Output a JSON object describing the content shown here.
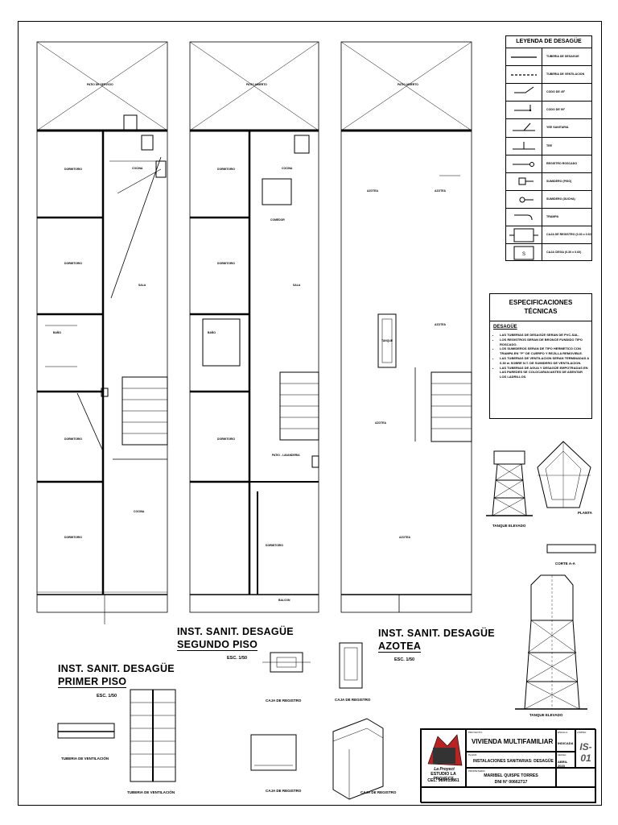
{
  "plans": {
    "primer_piso": {
      "title_line1": "INST. SANIT. DESAGÜE",
      "title_line2": "PRIMER PISO",
      "scale": "ESC. 1/50",
      "rooms": [
        "PATIO DE SERVICIO",
        "DORMITORIO",
        "COCINA",
        "DORMITORIO",
        "SALA",
        "BAÑO",
        "DORMITORIO",
        "COCINA",
        "DORMITORIO"
      ]
    },
    "segundo_piso": {
      "title_line1": "INST. SANIT. DESAGÜE",
      "title_line2": "SEGUNDO PISO",
      "scale": "ESC. 1/50",
      "rooms": [
        "PATIO ABIERTO",
        "DORMITORIO",
        "COCINA",
        "COMEDOR",
        "DORMITORIO",
        "SALA",
        "BAÑO",
        "DORMITORIO",
        "PATIO - LAVANDERIA",
        "DORMITORIO",
        "BALCON"
      ]
    },
    "azotea": {
      "title_line1": "INST. SANIT. DESAGÜE",
      "title_line2": "AZOTEA",
      "scale": "ESC. 1/50",
      "rooms": [
        "PATIO ABIERTO",
        "AZOTEA",
        "AZOTEA",
        "AZOTEA",
        "TANQUE",
        "AZOTEA",
        "AZOTEA"
      ]
    }
  },
  "legend": {
    "title": "LEYENDA DE DESAGÜE",
    "items": [
      {
        "symbol": "solid-line",
        "label": "TUBERIA DE DESAGUE"
      },
      {
        "symbol": "dashed-line",
        "label": "TUBERIA DE VENTILACION"
      },
      {
        "symbol": "elbow-45",
        "label": "CODO DE 45°"
      },
      {
        "symbol": "elbow-90",
        "label": "CODO DE 90°"
      },
      {
        "symbol": "tee-sanitaria",
        "label": "YEE SANITARIA"
      },
      {
        "symbol": "tee",
        "label": "TEE"
      },
      {
        "symbol": "registro",
        "label": "REGISTRO ROSCADO"
      },
      {
        "symbol": "sumidero-piso",
        "label": "SUMIDERO (PISO)"
      },
      {
        "symbol": "sumidero-ducha",
        "label": "SUMIDERO (DUCHA)"
      },
      {
        "symbol": "trampa",
        "label": "TRAMPA"
      },
      {
        "symbol": "caja-registro",
        "label": "CAJA DE REGISTRO (0.30 x 0.60)"
      },
      {
        "symbol": "caja-ciega",
        "label": "CAJA CIEGA (0.30 x 0.60)"
      }
    ]
  },
  "specs": {
    "title_line1": "ESPECIFICACIONES",
    "title_line2": "TÉCNICAS",
    "subtitle": "DESAGÜE",
    "items": [
      "LAS TUBERIAS DE DESAGÜE SERAN DE PVC-SAL.",
      "LOS REGISTROS SERAN DE BRONCE FUNDIDO TIPO ROSCADO.",
      "LOS SUMIDEROS SERAN DE TIPO HERMETICO CON TRAMPA EN \"P\" DE CUERPO Y REJILLA REMOVIBLE.",
      "LAS TUBERIAS DE VENTILACION SERAN TERMINADAS A 0.30 m SOBRE N.T. DE SUMIDERO DE VENTILACION.",
      "LAS TUBERIAS DE AGUA Y DESAGÜE EMPOTRADAS EN LAS PAREDES SE COLOCARAN ANTES DE ASENTAR LOS LADRILLOS."
    ]
  },
  "details": {
    "tanque_elevado_1": "TANQUE ELEVADO",
    "planta": "PLANTA",
    "corte": "CORTE A-A",
    "tanque_elevado_2": "TANQUE ELEVADO",
    "caja_registro_1": "CAJA DE REGISTRO",
    "caja_registro_2": "CAJA DE REGISTRO",
    "caja_registro_3": "CAJA DE REGISTRO",
    "caja_registro_4": "CAJA DE REGISTRO",
    "tuberia_ventilacion_1": "TUBERIA DE VENTILACIÓN",
    "tuberia_ventilacion_2": "TUBERIA DE VENTILACIÓN"
  },
  "title_block": {
    "company": "ESTUDIO LA PROYECT",
    "company_phone": "CEL: 989013861",
    "proyecto_label": "PROYECTO:",
    "project": "VIVIENDA MULTIFAMILIAR",
    "plano_label": "PLANO:",
    "plano": "INSTALACIONES SANITARIAS: DESAGÜE",
    "propietario_label": "PROPIETARIO:",
    "owner": "MARIBEL QUISPE TORRES",
    "owner_dni": "DNI N° 00662717",
    "escala_label": "ESCALA:",
    "escala": "INDICADA",
    "fecha_label": "FECHA:",
    "fecha": "ABRIL 2023",
    "lamina_label": "LÁMINA:",
    "sheet_code": "IS-01"
  }
}
